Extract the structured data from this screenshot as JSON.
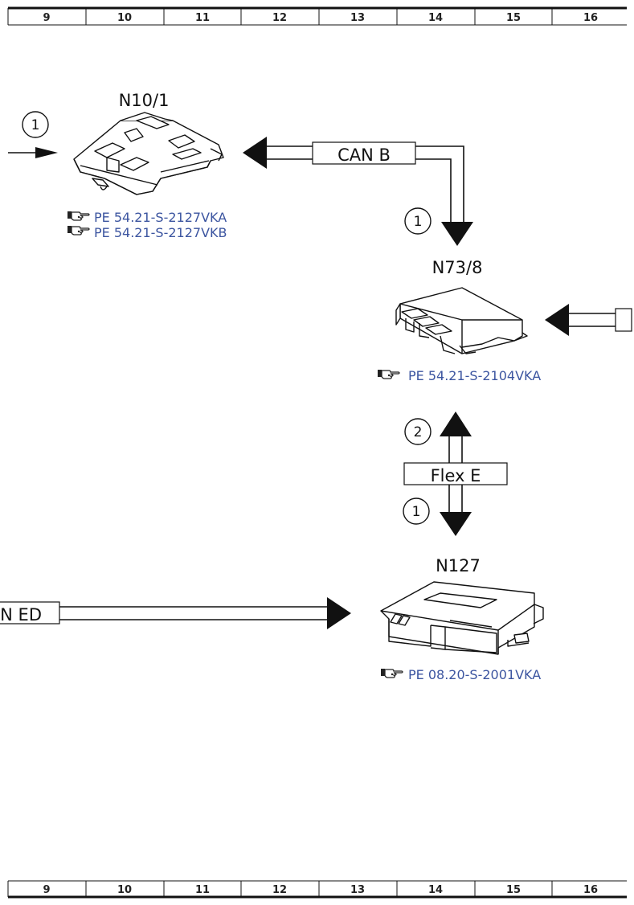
{
  "ruler": {
    "columns": [
      "9",
      "10",
      "11",
      "12",
      "13",
      "14",
      "15",
      "16"
    ]
  },
  "components": {
    "n10_1": {
      "label": "N10/1",
      "refs": [
        "PE 54.21-S-2127VKA",
        "PE 54.21-S-2127VKB"
      ]
    },
    "n73_8": {
      "label": "N73/8",
      "refs": [
        "PE 54.21-S-2104VKA"
      ]
    },
    "n127": {
      "label": "N127",
      "refs": [
        "PE 08.20-S-2001VKA"
      ]
    }
  },
  "buses": {
    "can_b": "CAN B",
    "flex_e": "Flex E",
    "can_ed": "N ED"
  },
  "markers": {
    "m1": "1",
    "m2": "1",
    "m3": "2",
    "m4": "1"
  },
  "colors": {
    "reference_link": "#3c55a0",
    "line": "#111111"
  },
  "icons": {
    "reference": "pointing-hand-icon"
  }
}
